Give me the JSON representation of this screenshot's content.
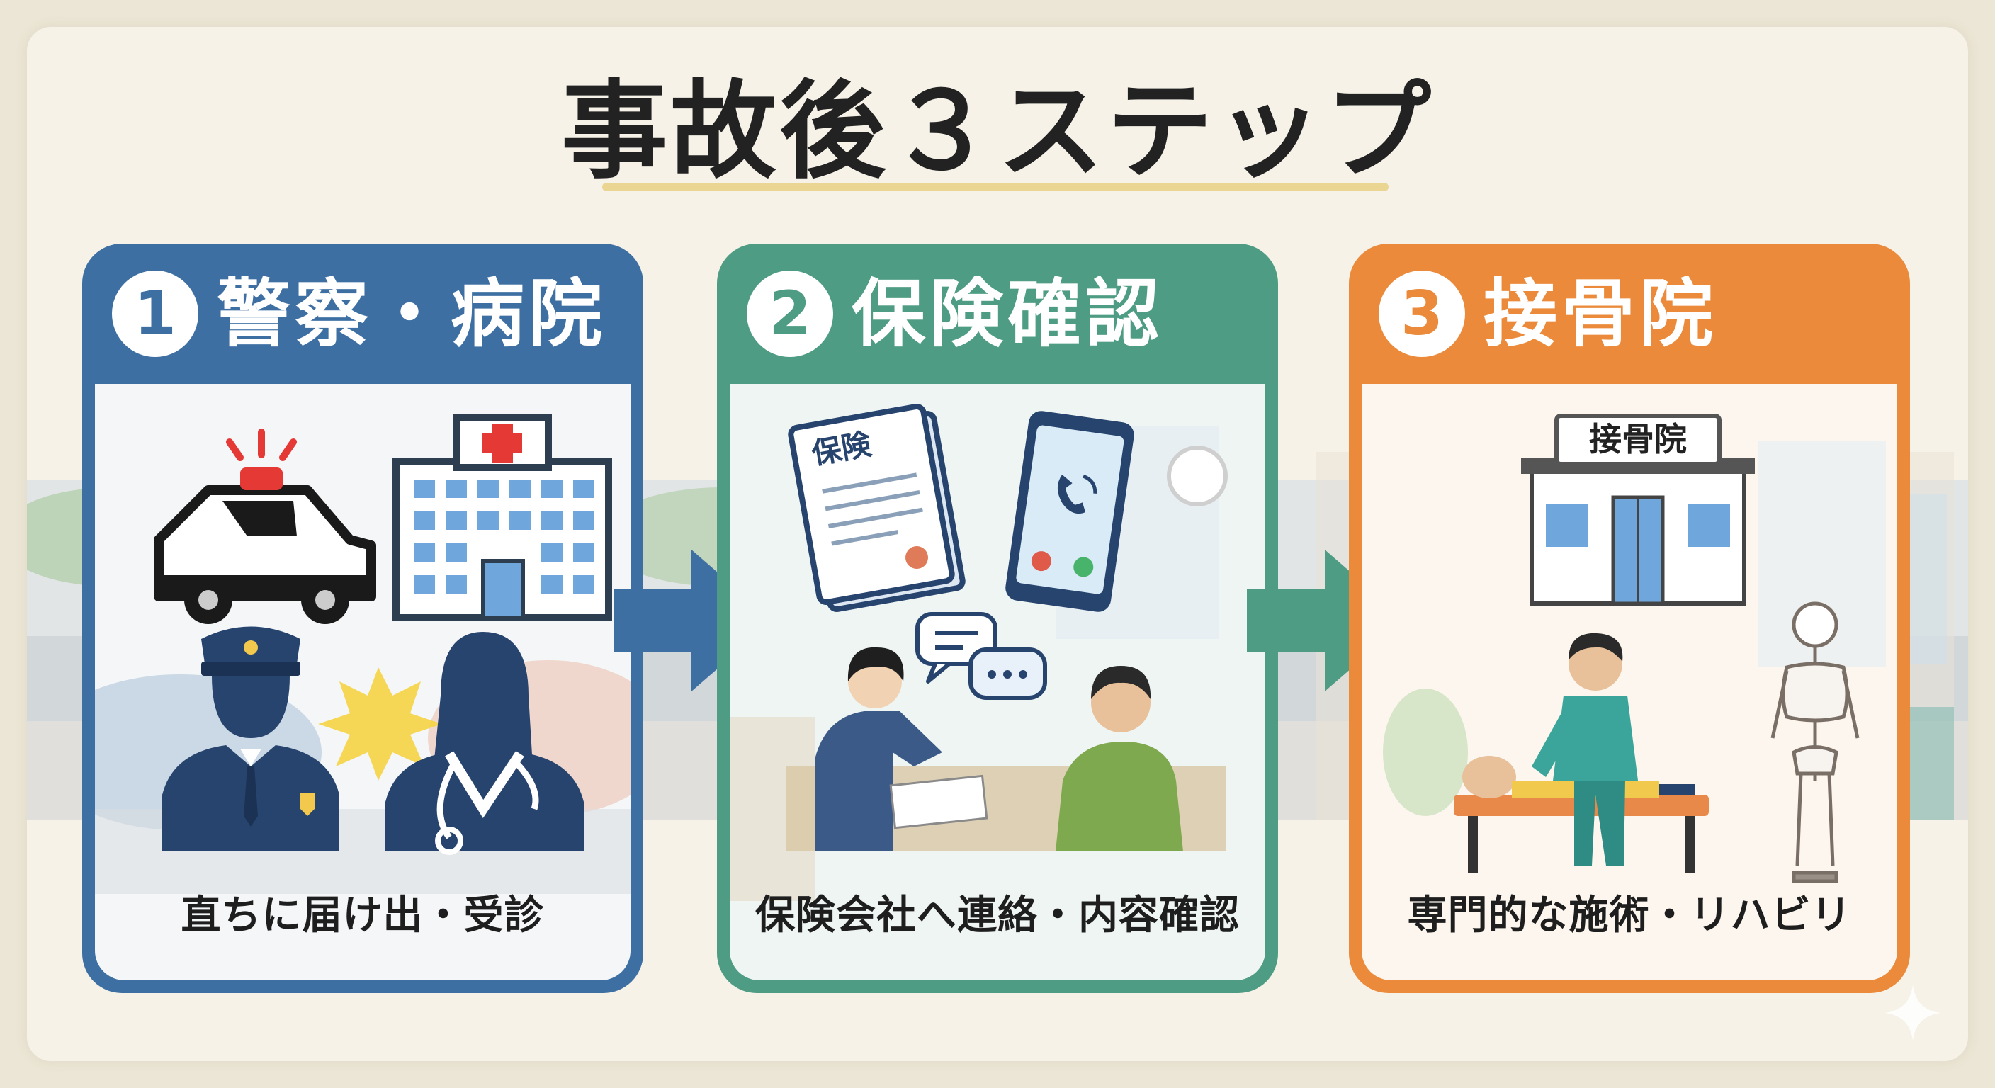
{
  "title": "事故後３ステップ",
  "colors": {
    "step1": "#3e6fa3",
    "step2": "#4e9c83",
    "step3": "#ea8a3a",
    "underline": "#ead592",
    "background": "#ece6d6"
  },
  "steps": [
    {
      "number": "1",
      "title": "警察・病院",
      "caption": "直ちに届け出・受診",
      "icons": [
        "police-car-icon",
        "hospital-icon",
        "police-officer-icon",
        "doctor-icon",
        "collision-icon"
      ]
    },
    {
      "number": "2",
      "title": "保険確認",
      "caption": "保険会社へ連絡・内容確認",
      "icons": [
        "insurance-document-icon",
        "smartphone-icon",
        "consultation-icon"
      ],
      "document_label": "保険"
    },
    {
      "number": "3",
      "title": "接骨院",
      "caption": "専門的な施術・リハビリ",
      "icons": [
        "clinic-building-icon",
        "therapist-icon",
        "skeleton-icon"
      ],
      "clinic_sign": "接骨院"
    }
  ],
  "arrows": [
    "arrow-right-icon",
    "arrow-right-icon"
  ]
}
